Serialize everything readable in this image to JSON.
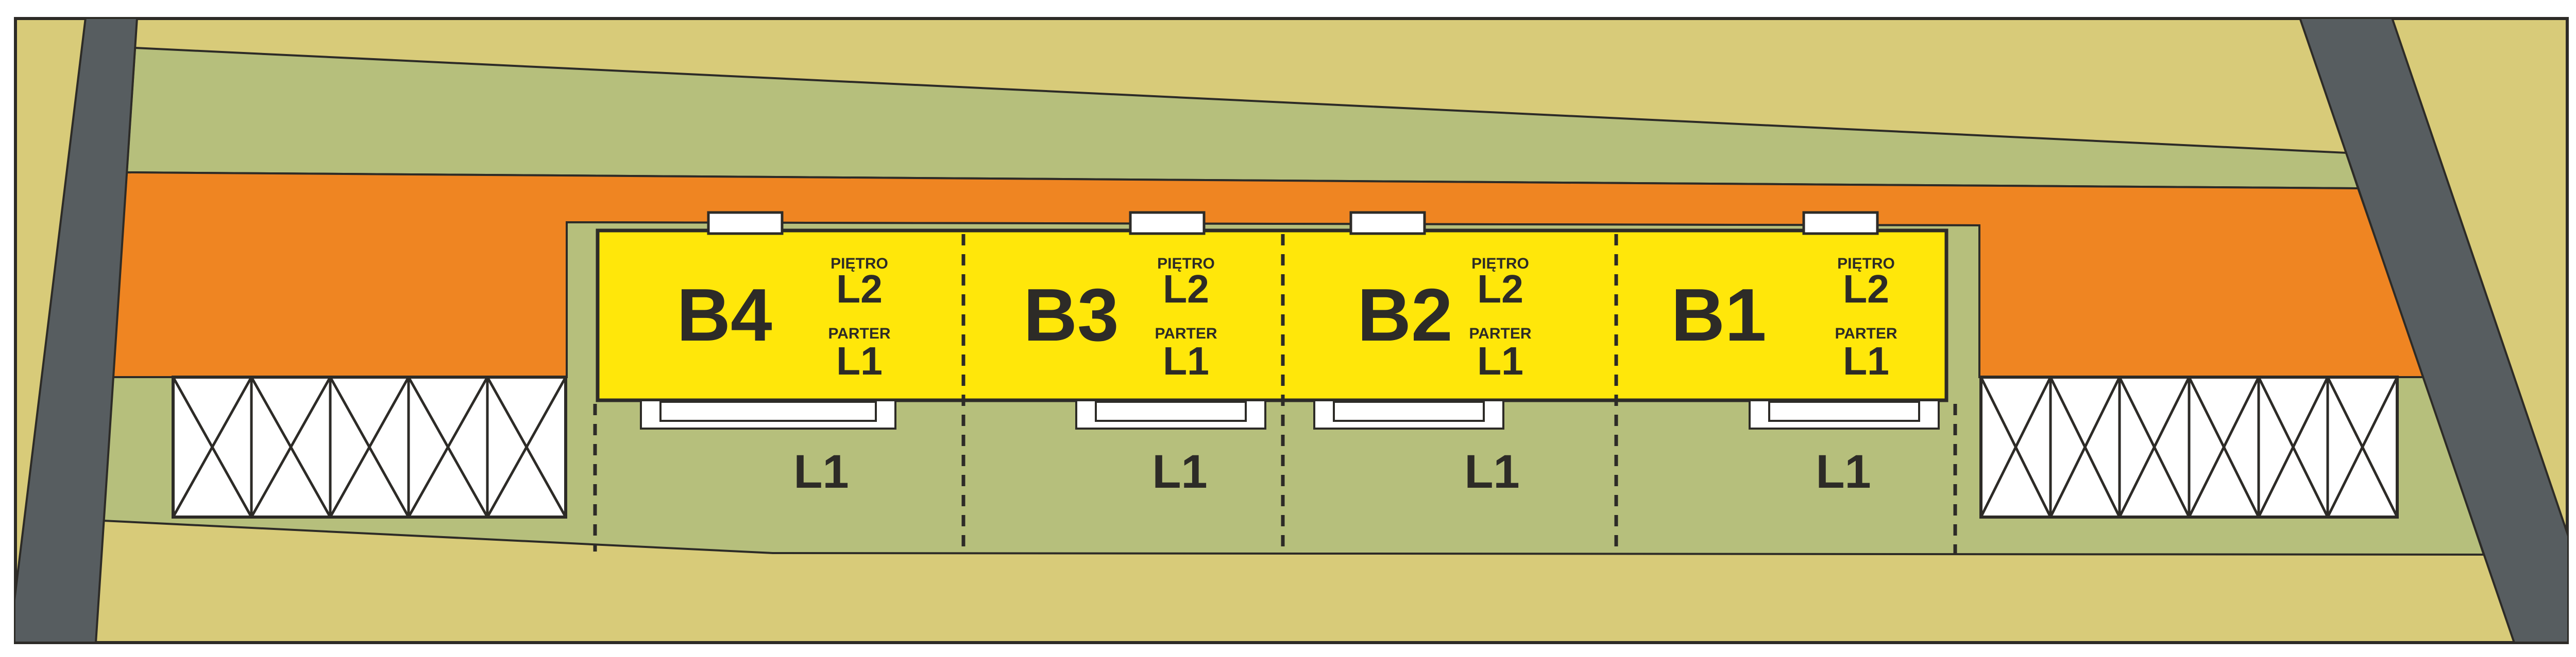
{
  "site_plan": {
    "floor_upper_caption": "PIĘTRO",
    "floor_upper_code": "L2",
    "floor_lower_caption": "PARTER",
    "floor_lower_code": "L1",
    "garden_level_label": "L1"
  },
  "buildings": [
    {
      "name": "B4",
      "floor_upper_caption": "PIĘTRO",
      "floor_upper_code": "L2",
      "floor_lower_caption": "PARTER",
      "floor_lower_code": "L1",
      "garden_label": "L1"
    },
    {
      "name": "B3",
      "floor_upper_caption": "PIĘTRO",
      "floor_upper_code": "L2",
      "floor_lower_caption": "PARTER",
      "floor_lower_code": "L1",
      "garden_label": "L1"
    },
    {
      "name": "B2",
      "floor_upper_caption": "PIĘTRO",
      "floor_upper_code": "L2",
      "floor_lower_caption": "PARTER",
      "floor_lower_code": "L1",
      "garden_label": "L1"
    },
    {
      "name": "B1",
      "floor_upper_caption": "PIĘTRO",
      "floor_upper_code": "L2",
      "floor_lower_caption": "PARTER",
      "floor_lower_code": "L1",
      "garden_label": "L1"
    }
  ],
  "colors": {
    "background": "#ffffff",
    "site_khaki": "#d8cb79",
    "green_area": "#b6bf7c",
    "orange_road": "#ef8522",
    "building_yellow": "#ffe70a",
    "road_gray": "#575d60",
    "outline_ink": "#2d2b27",
    "hatch_white": "#ffffff"
  }
}
